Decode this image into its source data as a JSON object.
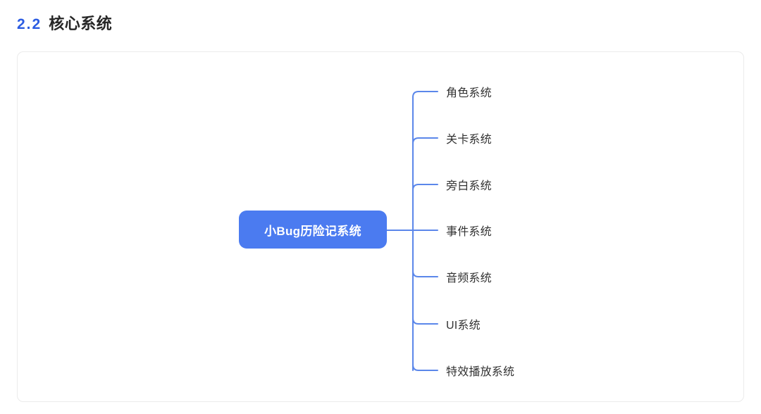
{
  "heading": {
    "number": "2.2",
    "title": "核心系统",
    "number_color": "#2b5ce2",
    "title_color": "#262626"
  },
  "mindmap": {
    "root": {
      "label": "小Bug历险记系统",
      "fill_color": "#4b7bf0",
      "text_color": "#ffffff"
    },
    "line_color": "#5b87ea",
    "branches": [
      {
        "label": "角色系统"
      },
      {
        "label": "关卡系统"
      },
      {
        "label": "旁白系统"
      },
      {
        "label": "事件系统"
      },
      {
        "label": "音频系统"
      },
      {
        "label": "UI系统"
      },
      {
        "label": "特效播放系统"
      }
    ]
  },
  "card": {
    "border_color": "#ebebeb",
    "background_color": "#ffffff"
  }
}
